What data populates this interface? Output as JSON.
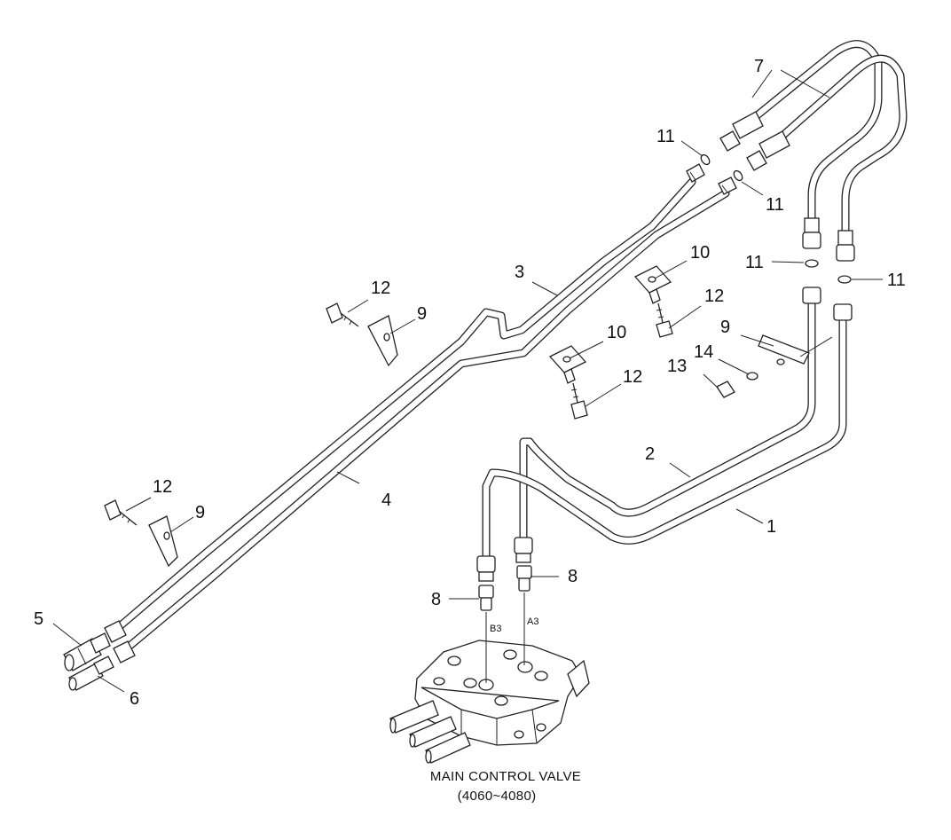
{
  "callouts": {
    "c1": "1",
    "c2": "2",
    "c3": "3",
    "c4": "4",
    "c5": "5",
    "c6": "6",
    "c7": "7",
    "c8a": "8",
    "c8b": "8",
    "c9a": "9",
    "c9b": "9",
    "c9c": "9",
    "c10a": "10",
    "c10b": "10",
    "c11a": "11",
    "c11b": "11",
    "c11c": "11",
    "c11d": "11",
    "c12a": "12",
    "c12b": "12",
    "c12c": "12",
    "c12d": "12",
    "c13": "13",
    "c14": "14"
  },
  "port_labels": {
    "b3": "B3",
    "a3": "A3"
  },
  "caption": {
    "line1": "MAIN CONTROL VALVE",
    "line2": "(4060~4080)"
  }
}
